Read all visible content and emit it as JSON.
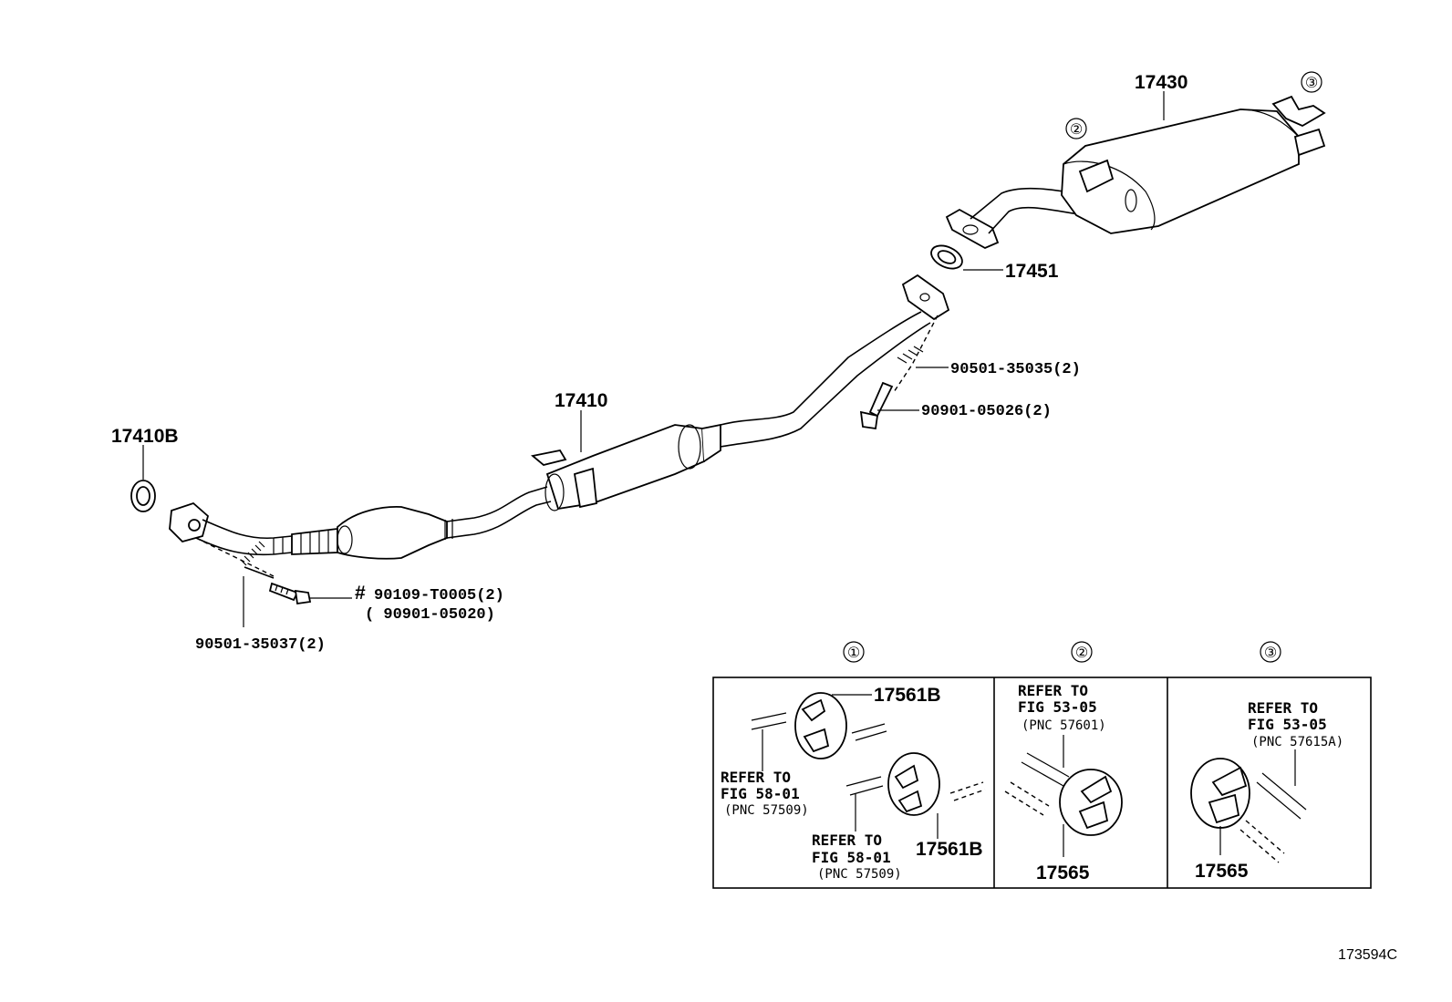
{
  "parts": {
    "gasket_front": "17410B",
    "pipe_assy_front": "17410",
    "muffler_tail": "17430",
    "gasket_center": "17451",
    "spring_front": "90501-35037(2)",
    "bolt_front_hash": "#",
    "bolt_front": "90109-T0005(2)",
    "bolt_front_alt": "( 90901-05020)",
    "spring_center": "90501-35035(2)",
    "bolt_center": "90901-05026(2)"
  },
  "callouts": {
    "c1": "①",
    "c2": "②",
    "c3": "③"
  },
  "detail1": {
    "label_a": "17561B",
    "label_b": "17561B",
    "ref1_line1": "REFER TO",
    "ref1_line2": "FIG 58-01",
    "ref1_line3": "(PNC 57509)",
    "ref2_line1": "REFER TO",
    "ref2_line2": "FIG 58-01",
    "ref2_line3": "(PNC 57509)"
  },
  "detail2": {
    "label": "17565",
    "ref_line1": "REFER TO",
    "ref_line2": "FIG 53-05",
    "ref_line3": "(PNC 57601)"
  },
  "detail3": {
    "label": "17565",
    "ref_line1": "REFER TO",
    "ref_line2": "FIG 53-05",
    "ref_line3": "(PNC 57615A)"
  },
  "figure_code": "173594C"
}
